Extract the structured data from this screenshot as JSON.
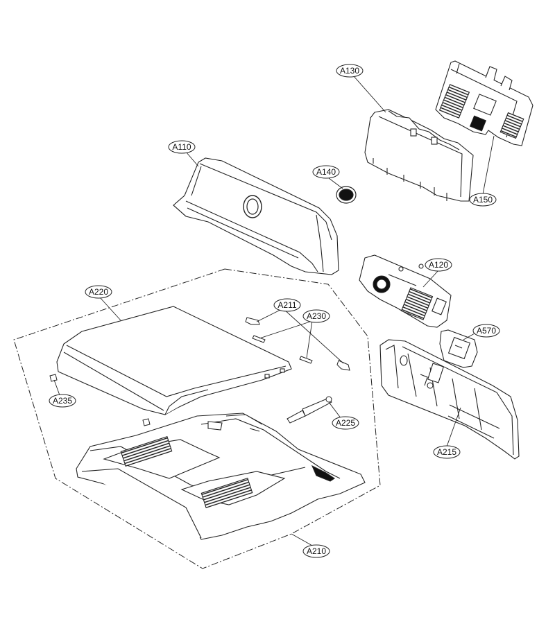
{
  "diagram": {
    "callouts": [
      {
        "id": "A130",
        "text": "A130"
      },
      {
        "id": "A150",
        "text": "A150"
      },
      {
        "id": "A110",
        "text": "A110"
      },
      {
        "id": "A140",
        "text": "A140"
      },
      {
        "id": "A120",
        "text": "A120"
      },
      {
        "id": "A570",
        "text": "A570"
      },
      {
        "id": "A215",
        "text": "A215"
      },
      {
        "id": "A220",
        "text": "A220"
      },
      {
        "id": "A211",
        "text": "A211"
      },
      {
        "id": "A230",
        "text": "A230"
      },
      {
        "id": "A235",
        "text": "A235"
      },
      {
        "id": "A225",
        "text": "A225"
      },
      {
        "id": "A210",
        "text": "A210"
      }
    ]
  }
}
